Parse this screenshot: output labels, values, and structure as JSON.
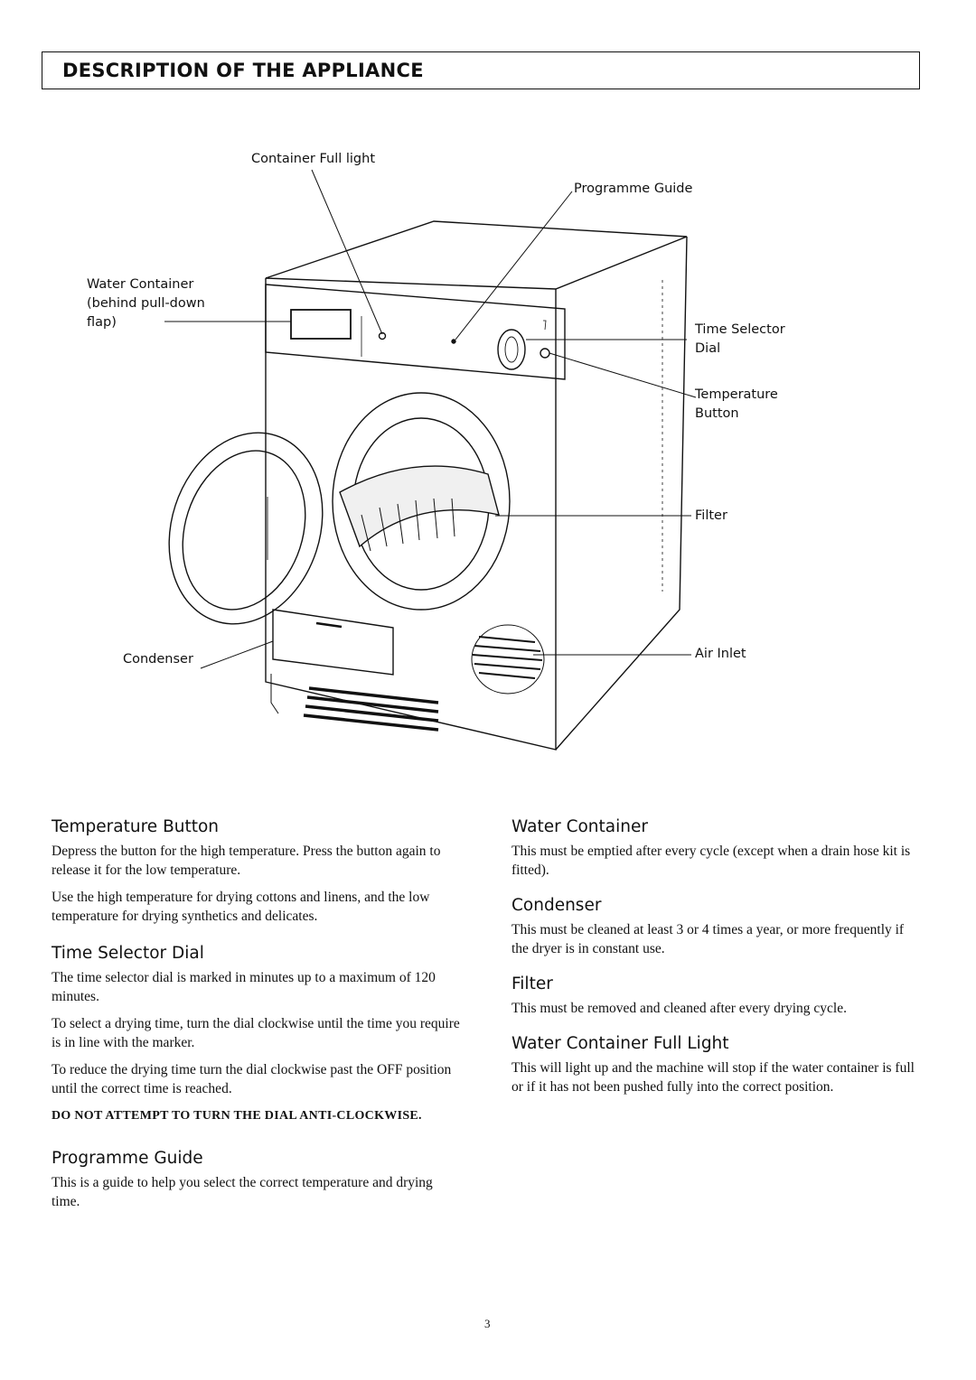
{
  "header": {
    "title": "DESCRIPTION OF THE APPLIANCE"
  },
  "diagram": {
    "labels": {
      "container_full_light": "Container Full light",
      "programme_guide": "Programme Guide",
      "water_container": "Water Container\n(behind pull-down\nflap)",
      "time_selector_dial": "Time Selector\nDial",
      "temperature_button": "Temperature\nButton",
      "filter": "Filter",
      "condenser": "Condenser",
      "air_inlet": "Air Inlet"
    }
  },
  "sections": {
    "temperature_button": {
      "heading": "Temperature Button",
      "p1": "Depress the button for the high temperature. Press the button again to release it for the low temperature.",
      "p2": "Use the high temperature for drying cottons and linens, and the low temperature for drying synthetics and delicates."
    },
    "time_selector_dial": {
      "heading": "Time Selector Dial",
      "p1": "The time selector dial is marked in minutes up to a maximum of 120 minutes.",
      "p2": "To select a drying time, turn the dial clockwise until the time you require is in line with the marker.",
      "p3": "To reduce the drying time turn the dial clockwise past the OFF position until the correct time is reached.",
      "warning": "DO NOT ATTEMPT TO TURN THE DIAL ANTI-CLOCKWISE."
    },
    "programme_guide": {
      "heading": "Programme Guide",
      "p1": "This is a guide to help you select the correct temperature and drying time."
    },
    "water_container": {
      "heading": "Water Container",
      "p1": "This must be emptied after every cycle (except when a drain hose kit is fitted)."
    },
    "condenser": {
      "heading": "Condenser",
      "p1": "This must be cleaned at least 3 or 4 times a year, or more frequently if the dryer is in constant use."
    },
    "filter": {
      "heading": "Filter",
      "p1": "This must be removed and cleaned after every drying cycle."
    },
    "water_container_full_light": {
      "heading": "Water Container Full Light",
      "p1": "This will light up and the machine will stop if the water container is full or if it has not been pushed fully into the correct position."
    }
  },
  "footer": {
    "page_number": "3"
  }
}
